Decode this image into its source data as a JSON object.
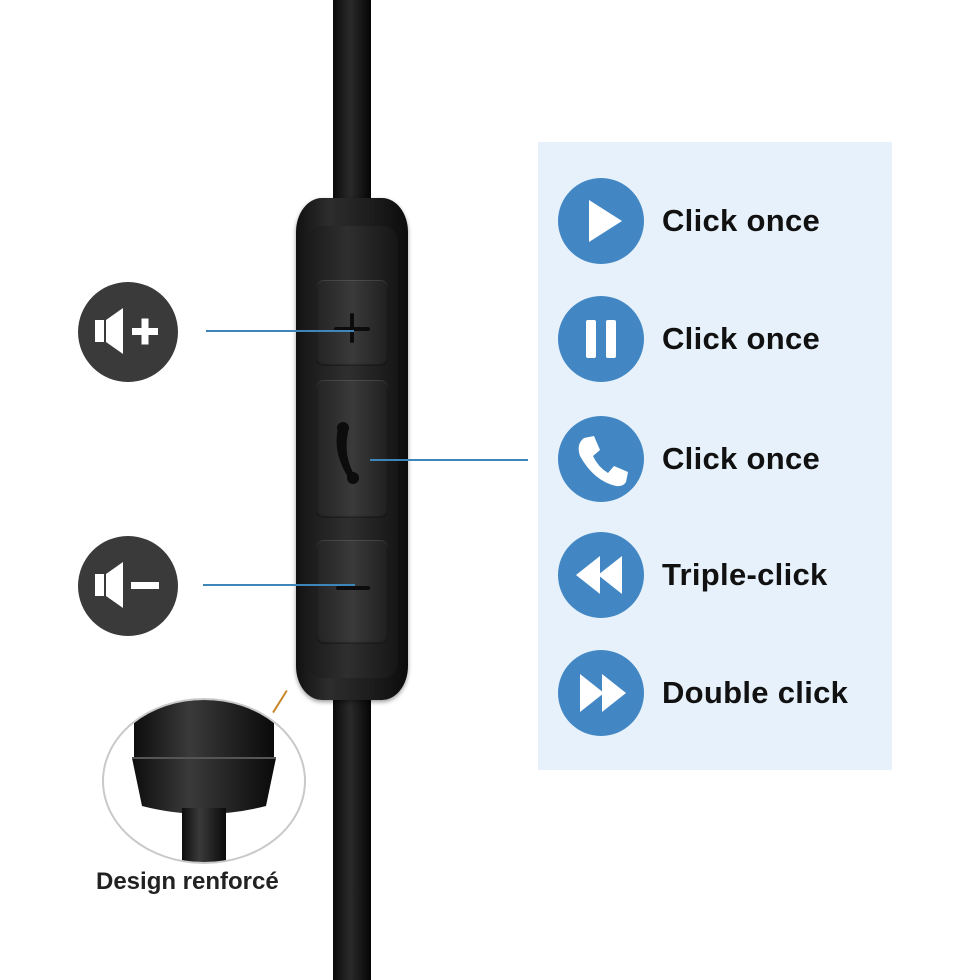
{
  "legend": {
    "items": [
      {
        "icon": "play-icon",
        "label": "Click once"
      },
      {
        "icon": "pause-icon",
        "label": "Click once"
      },
      {
        "icon": "phone-icon",
        "label": "Click once"
      },
      {
        "icon": "rewind-icon",
        "label": "Triple-click"
      },
      {
        "icon": "fast-forward-icon",
        "label": "Double click"
      }
    ]
  },
  "volume": {
    "up_icon": "volume-up-icon",
    "down_icon": "volume-down-icon"
  },
  "detail": {
    "caption": "Design renforcé"
  },
  "colors": {
    "accent_blue": "#4287c4",
    "panel_bg": "#e6f1fb",
    "line_blue": "#3f86b8",
    "volume_circle": "#3a3a3a",
    "remote_black": "#1b1b1b"
  }
}
